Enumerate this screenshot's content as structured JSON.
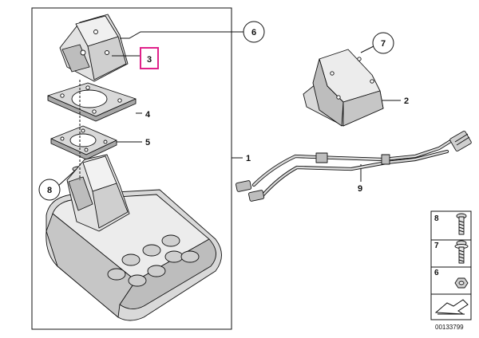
{
  "diagram": {
    "callouts": [
      {
        "id": "c1",
        "text": "1"
      },
      {
        "id": "c2",
        "text": "2"
      },
      {
        "id": "c3",
        "text": "3"
      },
      {
        "id": "c4",
        "text": "4"
      },
      {
        "id": "c5",
        "text": "5"
      },
      {
        "id": "c6",
        "text": "6"
      },
      {
        "id": "c7",
        "text": "7"
      },
      {
        "id": "c8",
        "text": "8"
      },
      {
        "id": "c9",
        "text": "9"
      }
    ],
    "legend": {
      "items": [
        {
          "number": "8",
          "part": "screw"
        },
        {
          "number": "7",
          "part": "screw with washer"
        },
        {
          "number": "6",
          "part": "hex nut"
        }
      ]
    },
    "reference_number": "00133799",
    "colors": {
      "outline": "#111111",
      "part_fill": "#d9d9d9",
      "part_dark": "#a8a8a8",
      "highlight_box": "#e0218a"
    }
  }
}
